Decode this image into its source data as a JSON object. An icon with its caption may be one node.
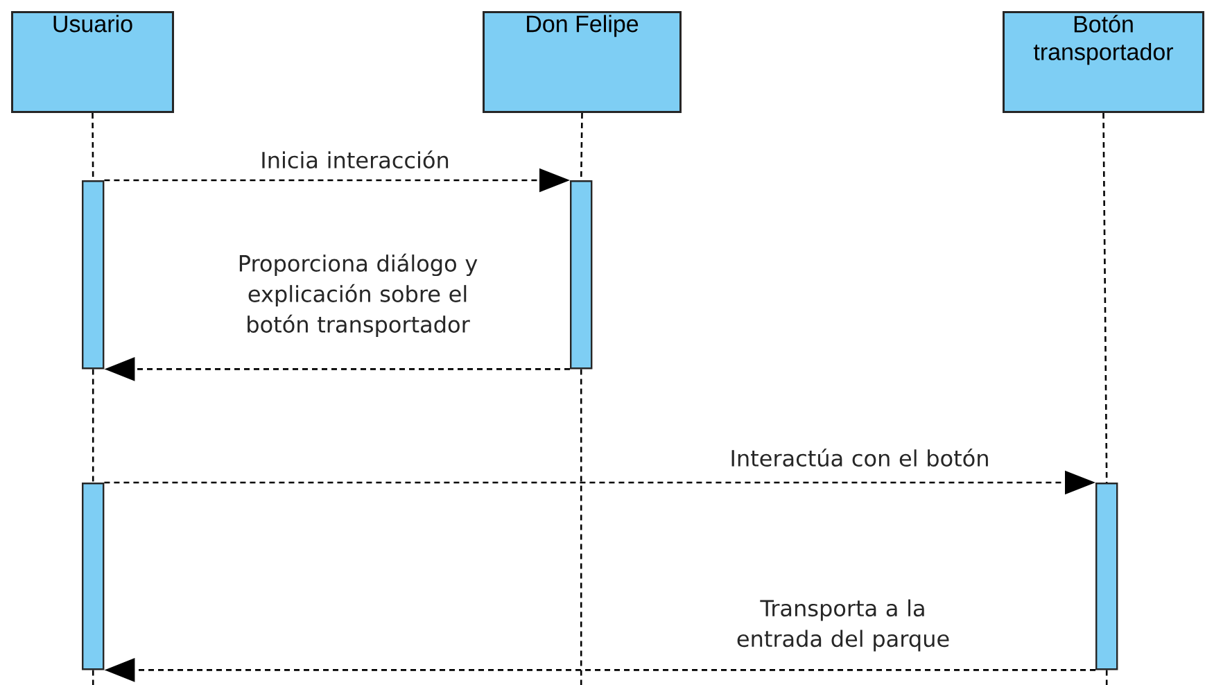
{
  "diagram": {
    "nodes": [
      {
        "text": [
          "Usuario"
        ]
      },
      {
        "text": [
          "Don Felipe"
        ]
      },
      {
        "text": [
          "Botón transportador"
        ]
      },
      {
        "text": [],
        "shape": "bar"
      },
      {
        "text": [],
        "shape": "bar"
      },
      {
        "text": [],
        "shape": "bar"
      },
      {
        "text": [],
        "shape": "bar"
      }
    ],
    "edges": [
      {
        "from": 0,
        "to": 3,
        "arrow": "none",
        "style": "dashed"
      },
      {
        "from": 3,
        "to": 5,
        "arrow": "none",
        "style": "dashed"
      },
      {
        "from": 5,
        "to": null,
        "arrow": "none",
        "style": "dashed"
      },
      {
        "from": 1,
        "to": 4,
        "arrow": "none",
        "style": "dashed"
      },
      {
        "from": 4,
        "to": null,
        "arrow": "none",
        "style": "dashed"
      },
      {
        "from": 2,
        "to": 6,
        "arrow": "none",
        "style": "dashed"
      },
      {
        "from": 6,
        "to": null,
        "arrow": "none",
        "style": "dashed"
      },
      {
        "from": 3,
        "to": 4,
        "arrow": "to",
        "style": "dashed",
        "label": "Inicia interacción"
      },
      {
        "from": 4,
        "to": 3,
        "arrow": "to",
        "style": "dashed",
        "label": "Proporciona diálogo y explicación sobre el botón transportador"
      },
      {
        "from": 5,
        "to": 6,
        "arrow": "to",
        "style": "dashed",
        "label": "Interactúa con el botón"
      },
      {
        "from": 6,
        "to": 5,
        "arrow": "to",
        "style": "dashed",
        "label": "Transporta a la entrada del parque"
      }
    ]
  }
}
